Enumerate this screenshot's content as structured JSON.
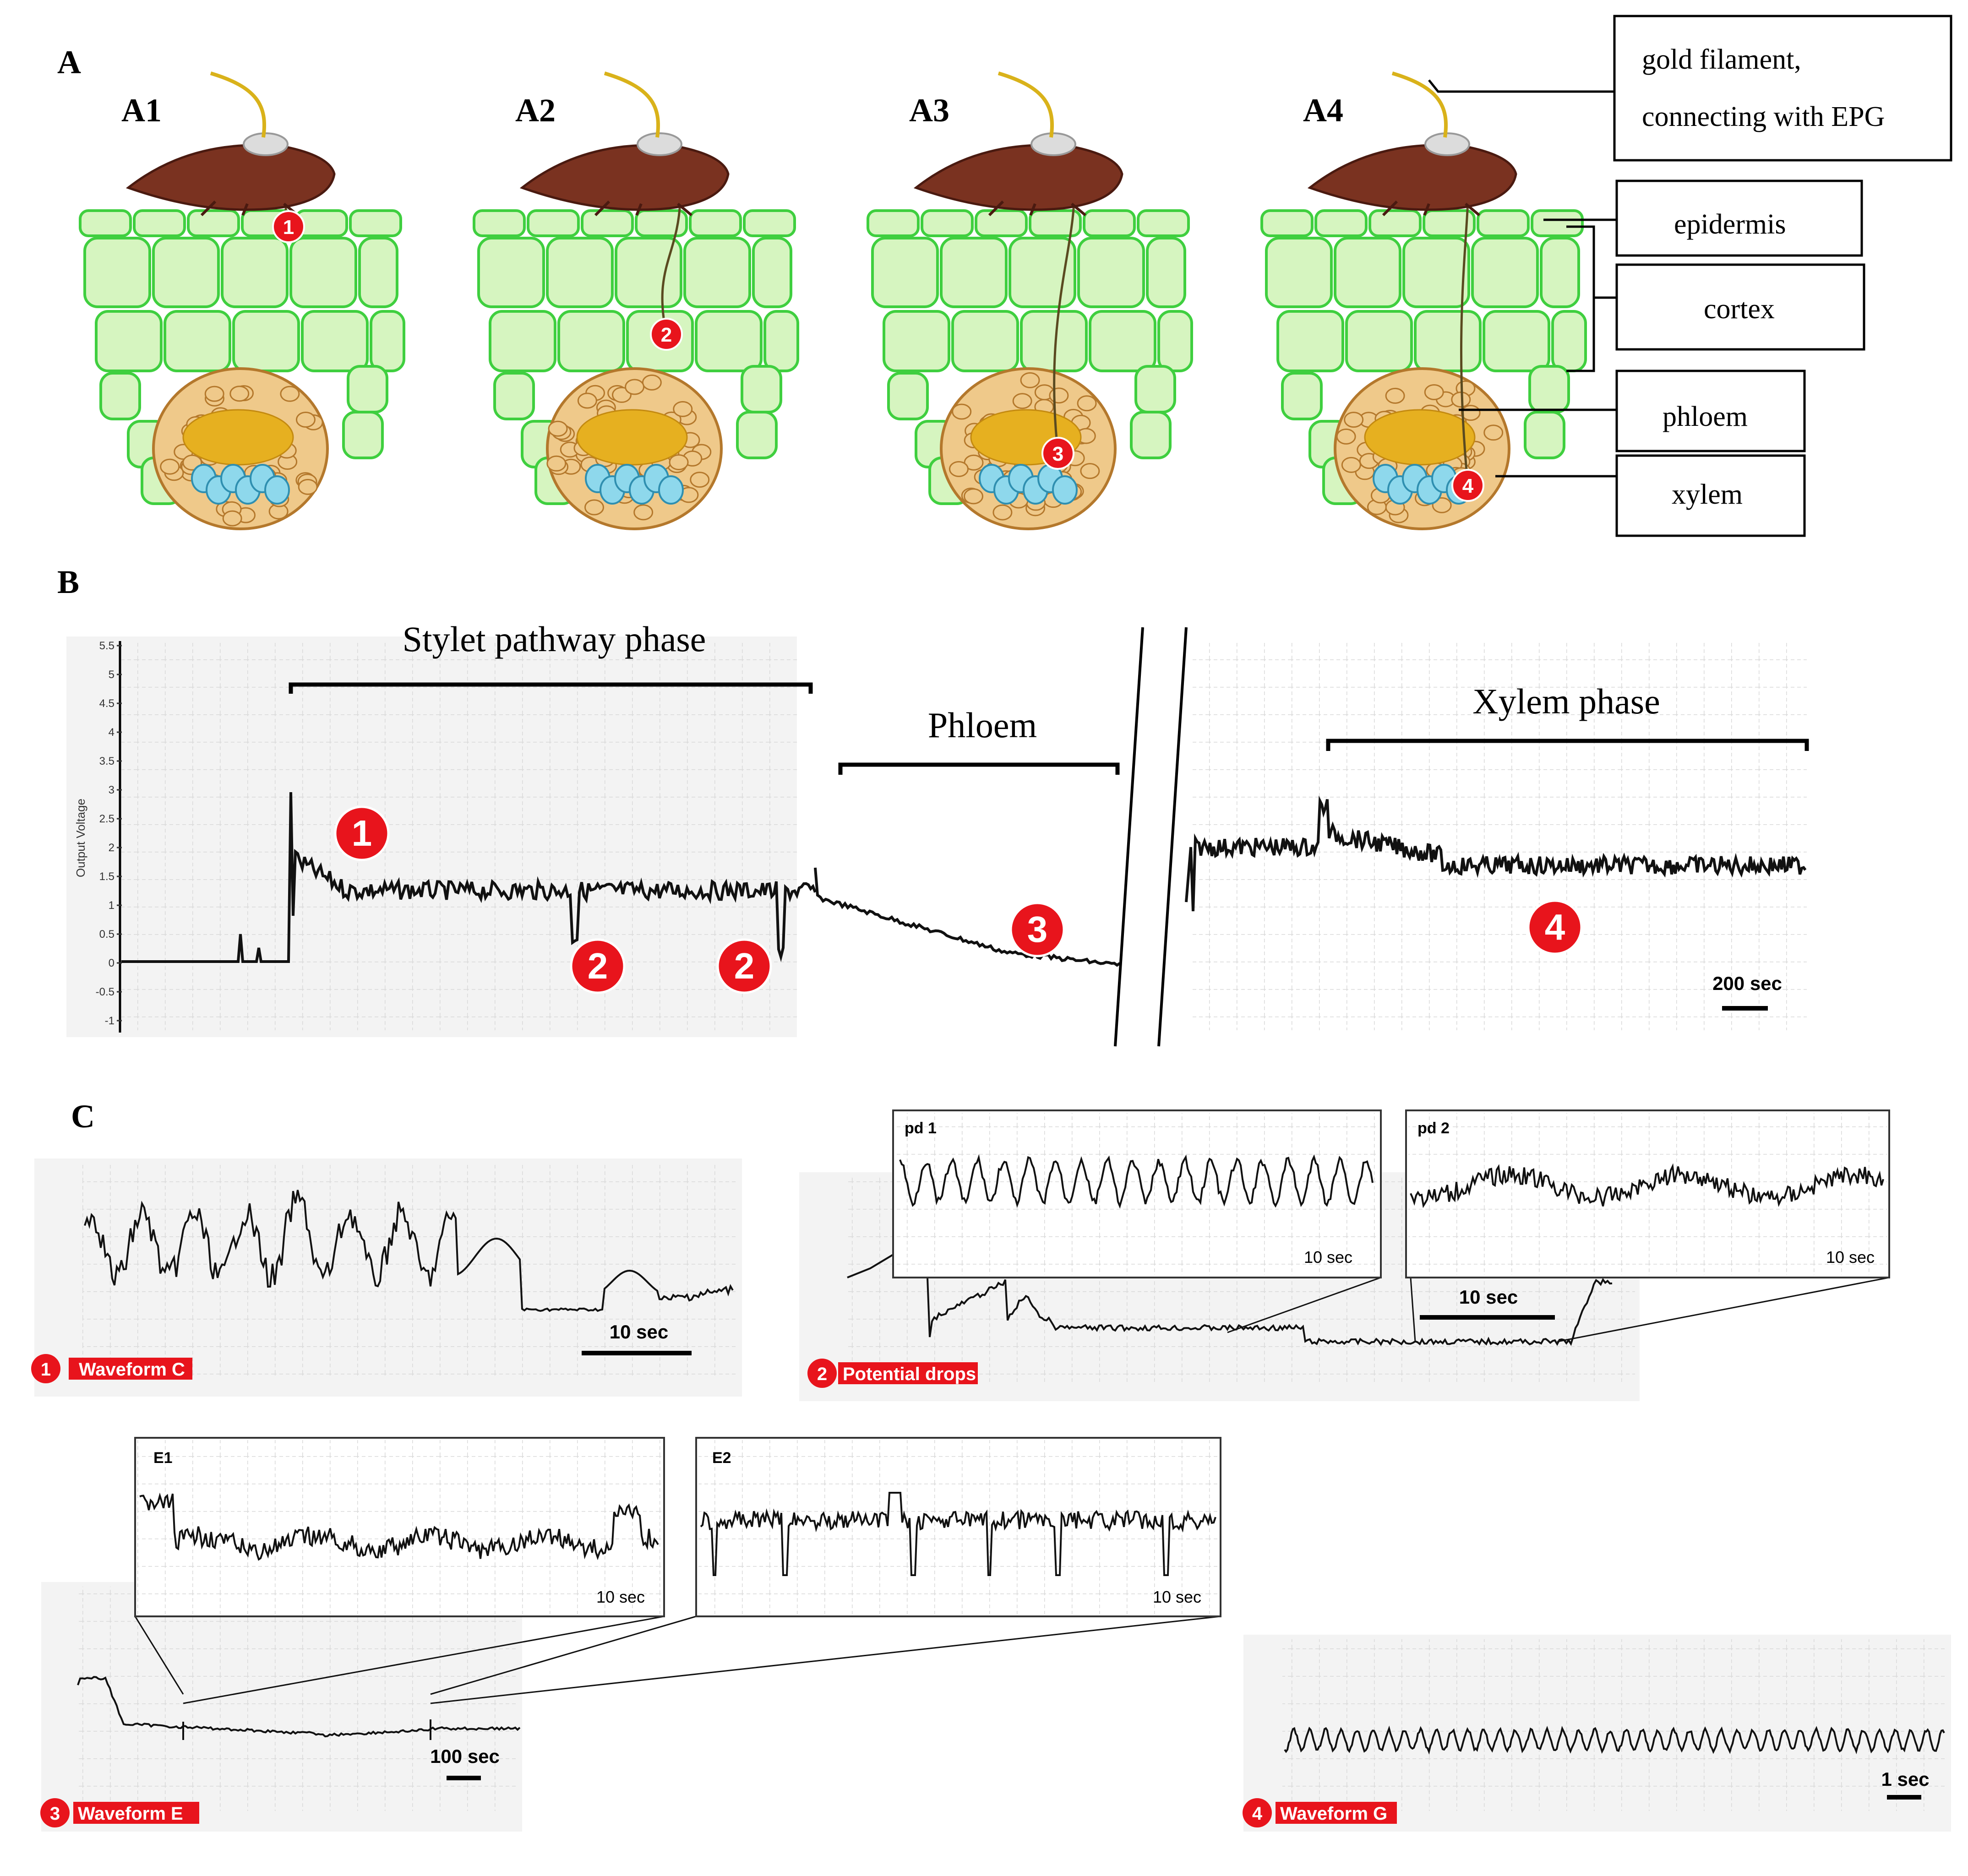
{
  "panels": {
    "a": "A",
    "b": "B",
    "c": "C"
  },
  "part_a": {
    "stages": [
      {
        "label": "A1",
        "marker": "1"
      },
      {
        "label": "A2",
        "marker": "2"
      },
      {
        "label": "A3",
        "marker": "3"
      },
      {
        "label": "A4",
        "marker": "4"
      }
    ],
    "legend": {
      "gold_line1": "gold filament,",
      "gold_line2": "connecting with EPG",
      "epidermis": "epidermis",
      "cortex": "cortex",
      "phloem": "phloem",
      "xylem": "xylem"
    }
  },
  "part_b": {
    "phases": {
      "stylet": "Stylet pathway phase",
      "phloem": "Phloem",
      "xylem": "Xylem phase"
    },
    "markers": [
      "1",
      "2",
      "2",
      "3",
      "4"
    ],
    "y_axis_label": "Output Voltage",
    "y_ticks": [
      "5.5",
      "5",
      "4.5",
      "4",
      "3.5",
      "3",
      "2.5",
      "2",
      "1.5",
      "1",
      "0.5",
      "0",
      "-0.5",
      "-1"
    ],
    "scale_bar": "200 sec"
  },
  "part_c": {
    "waveform_c": {
      "marker": "1",
      "label": "Waveform C",
      "scale": "10 sec"
    },
    "potential_drops": {
      "marker": "2",
      "label": "Potential drops",
      "scale": "10 sec",
      "pd1": "pd 1",
      "pd1_scale": "10 sec",
      "pd2": "pd 2",
      "pd2_scale": "10 sec"
    },
    "waveform_e": {
      "marker": "3",
      "label": "Waveform E",
      "scale": "100 sec",
      "e1": "E1",
      "e1_scale": "10 sec",
      "e2": "E2",
      "e2_scale": "10 sec"
    },
    "waveform_g": {
      "marker": "4",
      "label": "Waveform G",
      "scale": "1 sec"
    }
  },
  "colors": {
    "marker": "#e8141c",
    "label_bg": "#e8141c",
    "cell_fill": "#d6f5c0",
    "cell_stroke": "#3fcf3f",
    "phloem_fill": "#efc98a",
    "phloem_stroke": "#b4782c",
    "phloem_core": "#e6b020",
    "xylem_fill": "#8ed8ec",
    "xylem_stroke": "#2f8fb0",
    "insect": "#7a3220",
    "trace": "#111111",
    "grid": "#d9d9d9"
  }
}
